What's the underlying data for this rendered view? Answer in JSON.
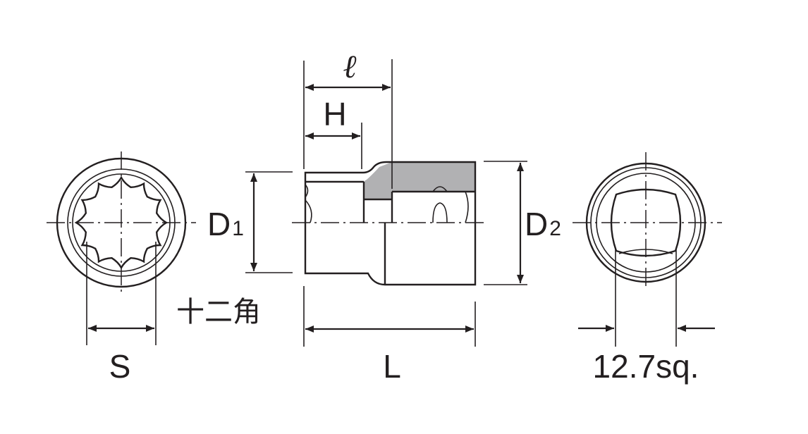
{
  "labels": {
    "S": "S",
    "L": "L",
    "H": "H",
    "l": "ℓ",
    "D1_main": "D",
    "D1_sub": "1",
    "D2_main": "D",
    "D2_sub": "2",
    "twelve_point": "十二角",
    "square_drive": "12.7sq."
  },
  "colors": {
    "line": "#231f20",
    "shaded": "#b1b1b3",
    "background": "#ffffff"
  }
}
